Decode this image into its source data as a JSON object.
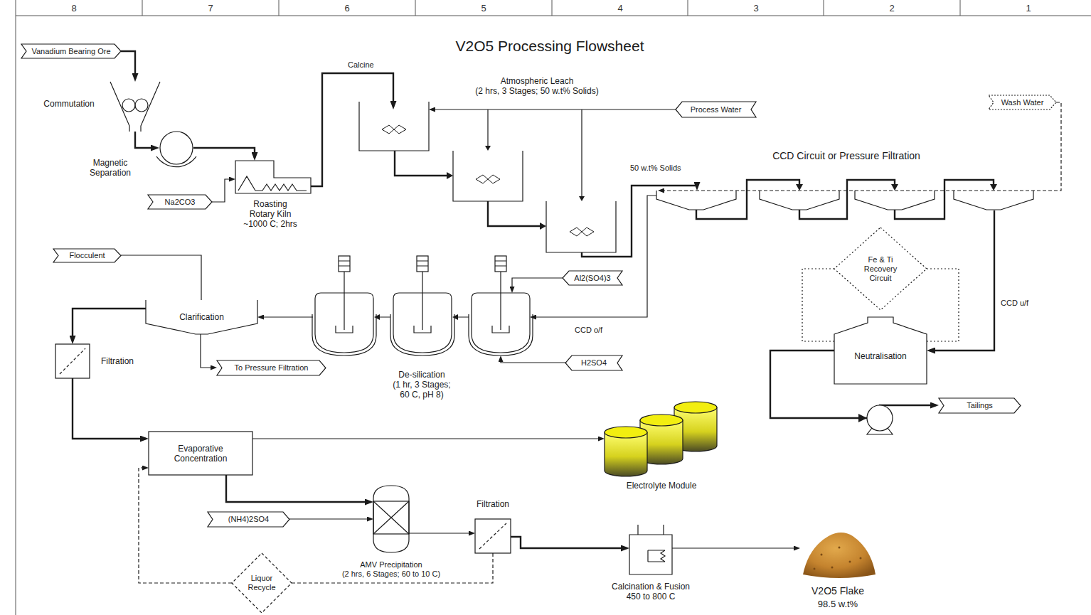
{
  "diagram": {
    "title": "V2O5 Processing Flowsheet",
    "nodes": [
      {
        "text": [
          "Vanadium Bearing Ore"
        ]
      },
      {
        "text": [
          "Commutation"
        ]
      },
      {
        "text": [
          "Magnetic Separation"
        ]
      },
      {
        "text": [
          "Na2CO3"
        ]
      },
      {
        "text": [
          "Roasting Rotary Kiln ~1000 C; 2hrs"
        ]
      },
      {
        "text": [
          "Atmospheric Leach (2 hrs, 3 Stages; 50 w.t% Solids)"
        ]
      },
      {
        "text": [
          "Process Water"
        ]
      },
      {
        "text": [
          "Wash Water"
        ]
      },
      {
        "text": [
          "CCD Circuit or Pressure Filtration"
        ]
      },
      {
        "text": [
          "Fe & Ti Recovery Circuit"
        ]
      },
      {
        "text": [
          "Neutralisation"
        ]
      },
      {
        "text": [
          "Tailings"
        ]
      },
      {
        "text": [
          "Al2(SO4)3"
        ]
      },
      {
        "text": [
          "H2SO4"
        ]
      },
      {
        "text": [
          "De-silication (1 hr, 3 Stages; 60 C, pH 8)"
        ]
      },
      {
        "text": [
          "Flocculent"
        ]
      },
      {
        "text": [
          "Clarification"
        ]
      },
      {
        "text": [
          "To Pressure Filtration"
        ]
      },
      {
        "text": [
          "Filtration"
        ]
      },
      {
        "text": [
          "Evaporative Concentration"
        ]
      },
      {
        "text": [
          "Electrolyte Module"
        ]
      },
      {
        "text": [
          "(NH4)2SO4"
        ]
      },
      {
        "text": [
          "AMV Precipitation (2 hrs, 6 Stages; 60 to 10 C)"
        ]
      },
      {
        "text": [
          "Filtration"
        ]
      },
      {
        "text": [
          "Liquor Recycle"
        ]
      },
      {
        "text": [
          "Calcination & Fusion 450 to 800 C"
        ]
      },
      {
        "text": [
          "V2O5 Flake",
          "98.5 w.t%"
        ]
      }
    ],
    "edges": [
      {
        "from": 0,
        "to": 1,
        "arrow": "to"
      },
      {
        "from": 1,
        "to": 2,
        "arrow": "to"
      },
      {
        "from": 2,
        "to": 4,
        "arrow": "to"
      },
      {
        "from": 3,
        "to": 4,
        "arrow": "to"
      },
      {
        "from": 4,
        "to": 5,
        "label": "Calcine",
        "arrow": "to"
      },
      {
        "from": 6,
        "to": 5,
        "arrow": "to"
      },
      {
        "from": 5,
        "to": 8,
        "label": "50 w.t% Solids",
        "arrow": "to"
      },
      {
        "from": 7,
        "to": 8,
        "arrow": "to"
      },
      {
        "from": 8,
        "to": 10,
        "label": "CCD u/f",
        "arrow": "to"
      },
      {
        "from": 10,
        "to": 9,
        "arrow": "none"
      },
      {
        "from": 10,
        "to": 9,
        "arrow": "none"
      },
      {
        "from": 10,
        "to": 11,
        "arrow": "to"
      },
      {
        "from": 8,
        "to": 14,
        "label": "CCD o/f",
        "arrow": "to"
      },
      {
        "from": 12,
        "to": 14,
        "arrow": "to"
      },
      {
        "from": 13,
        "to": 14,
        "arrow": "to"
      },
      {
        "from": 14,
        "to": 16,
        "arrow": "to"
      },
      {
        "from": 15,
        "to": 16,
        "arrow": "none"
      },
      {
        "from": 16,
        "to": 17,
        "arrow": "to"
      },
      {
        "from": 16,
        "to": 18,
        "arrow": "to"
      },
      {
        "from": 18,
        "to": 19,
        "arrow": "to"
      },
      {
        "from": 19,
        "to": 20,
        "arrow": "to"
      },
      {
        "from": 19,
        "to": 22,
        "arrow": "to"
      },
      {
        "from": 21,
        "to": 22,
        "arrow": "to"
      },
      {
        "from": 22,
        "to": 23,
        "arrow": "to"
      },
      {
        "from": 23,
        "to": 25,
        "arrow": "to"
      },
      {
        "from": 25,
        "to": 26,
        "arrow": "to"
      },
      {
        "from": 23,
        "to": 24,
        "arrow": "none"
      },
      {
        "from": 24,
        "to": 19,
        "arrow": "to"
      }
    ],
    "labels": [
      "8",
      "7",
      "6",
      "5",
      "4",
      "3",
      "2",
      "1"
    ]
  }
}
